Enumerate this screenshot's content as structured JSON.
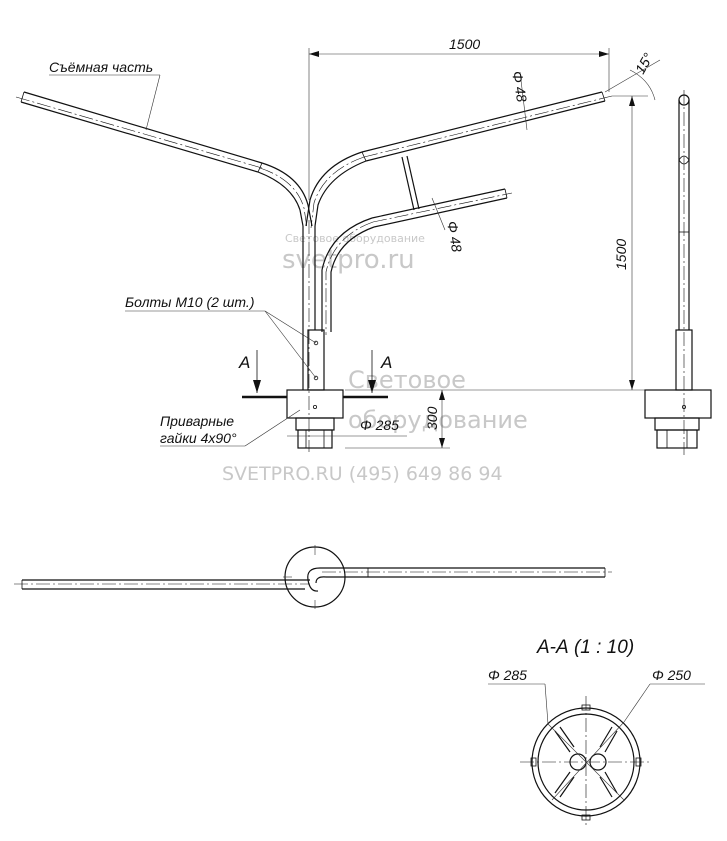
{
  "labels": {
    "removable_part": "Съёмная часть",
    "bolts": "Болты М10 (2 шт.)",
    "welded_nuts_1": "Приварные",
    "welded_nuts_2": "гайки 4х90°",
    "section_mark": "А",
    "section_title": "А-А (1 : 10)"
  },
  "dimensions": {
    "width_1500": "1500",
    "height_1500": "1500",
    "base_300": "300",
    "angle_15": "15°",
    "pipe_d48_top": "Φ 48",
    "pipe_d48_lower": "Φ 48",
    "flange_d285": "Φ 285",
    "section_d285": "Φ 285",
    "section_d250": "Φ 250"
  },
  "watermark": {
    "top_line": "Световое оборудование",
    "brand": "svetpro.ru",
    "middle_1": "Световое",
    "middle_2": "оборудование",
    "footer": "SVETPRO.RU   (495) 649 86 94"
  },
  "colors": {
    "line": "#111111",
    "watermark": "#c8c8c8"
  }
}
